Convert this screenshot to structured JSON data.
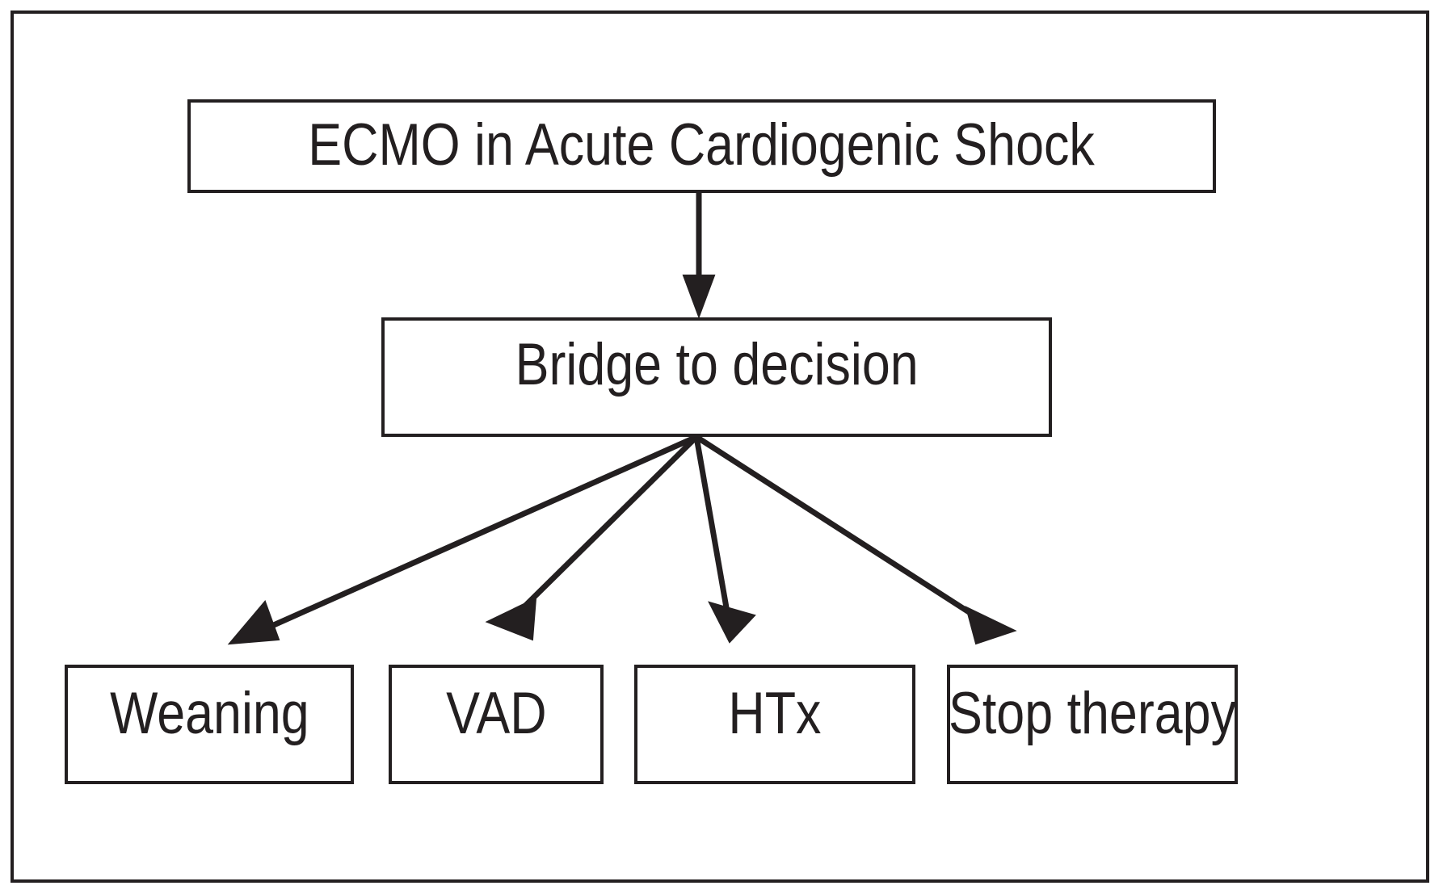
{
  "figure": {
    "title": "ECMO in Acute Cardiogenic Shock decision flowchart",
    "type": "flowchart",
    "orientation": "top-down",
    "colors": {
      "stroke": "#231f20",
      "fill": "#ffffff",
      "text": "#231f20",
      "background": "#ffffff"
    }
  },
  "nodes": {
    "root": {
      "id": "ecmo-in-acute-cardiogenic-shock",
      "label": "ECMO in Acute Cardiogenic Shock"
    },
    "decision": {
      "id": "bridge-to-decision",
      "label": "Bridge to decision"
    },
    "outcomes": [
      {
        "id": "weaning",
        "label": "Weaning"
      },
      {
        "id": "vad",
        "label": "VAD"
      },
      {
        "id": "htx",
        "label": "HTx"
      },
      {
        "id": "stop-therapy",
        "label": "Stop therapy"
      }
    ]
  },
  "edges": [
    {
      "id": "edge-root-to-decision",
      "from": "ecmo-in-acute-cardiogenic-shock",
      "to": "bridge-to-decision",
      "label": ""
    },
    {
      "id": "edge-decision-to-weaning",
      "from": "bridge-to-decision",
      "to": "weaning",
      "label": ""
    },
    {
      "id": "edge-decision-to-vad",
      "from": "bridge-to-decision",
      "to": "vad",
      "label": ""
    },
    {
      "id": "edge-decision-to-htx",
      "from": "bridge-to-decision",
      "to": "htx",
      "label": ""
    },
    {
      "id": "edge-decision-to-stop-therapy",
      "from": "bridge-to-decision",
      "to": "stop-therapy",
      "label": ""
    }
  ]
}
